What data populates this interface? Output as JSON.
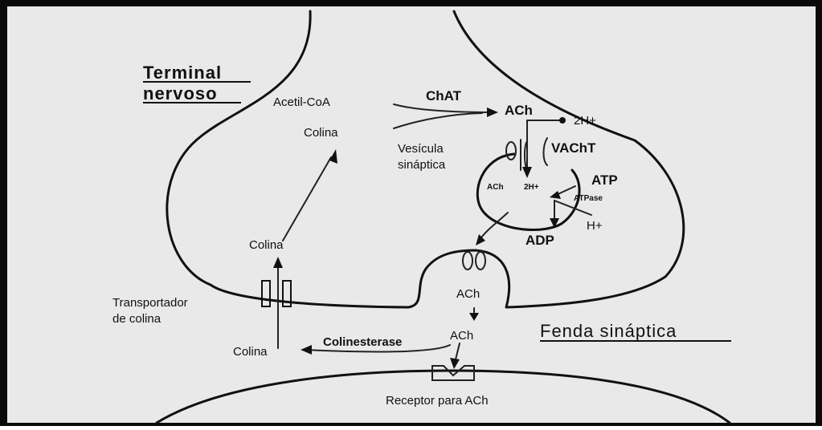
{
  "colors": {
    "frame_outer": "#0a0a0a",
    "panel_background": "#e9e9e9",
    "ink": "#111111"
  },
  "labels": {
    "terminal_line1": "Terminal",
    "terminal_line2": "nervoso",
    "acetil_coa": "Acetil-CoA",
    "chat": "ChAT",
    "ach_top": "ACh",
    "two_h_plus": "2H+",
    "colina_upper": "Colina",
    "vesicula_line1": "Vesícula",
    "vesicula_line2": "sináptica",
    "vacht": "VAChT",
    "atp": "ATP",
    "atpase": "ATPase",
    "ach_in_vesicle": "ACh",
    "two_h_in_vesicle": "2H+",
    "h_plus": "H+",
    "adp": "ADP",
    "colina_mid": "Colina",
    "ach_release": "ACh",
    "ach_cleft": "ACh",
    "transportador_line1": "Transportador",
    "transportador_line2": "de colina",
    "fenda": "Fenda sináptica",
    "colinesterase": "Colinesterase",
    "colina_bottom": "Colina",
    "receptor": "Receptor para ACh"
  }
}
